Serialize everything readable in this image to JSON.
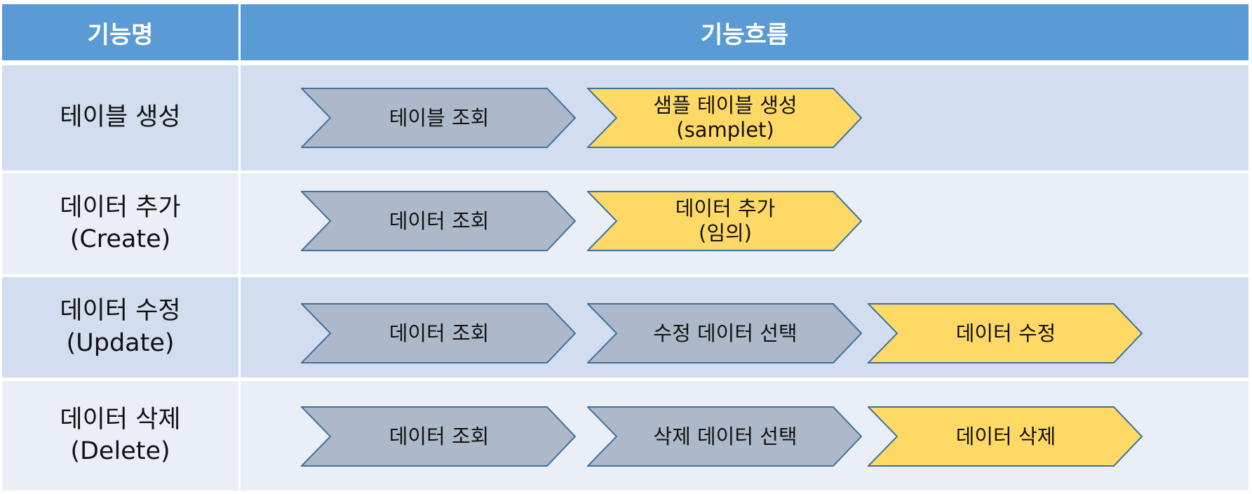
{
  "header": {
    "col1": "기능명",
    "col2": "기능흐름"
  },
  "colors": {
    "header": "#5b9bd5",
    "row_dark": "#d2ddef",
    "row_light": "#e9eef7",
    "step_gray": "#adb9ca",
    "step_yellow": "#ffd966",
    "step_border": "#41719c"
  },
  "rows": [
    {
      "name": "테이블 생성",
      "sub": "",
      "steps": [
        {
          "label": "테이블 조회",
          "sub": "",
          "color": "gray"
        },
        {
          "label": "샘플 테이블 생성",
          "sub": "(samplet)",
          "color": "yellow"
        }
      ]
    },
    {
      "name": "데이터 추가",
      "sub": "(Create)",
      "steps": [
        {
          "label": "데이터 조회",
          "sub": "",
          "color": "gray"
        },
        {
          "label": "데이터 추가",
          "sub": "(임의)",
          "color": "yellow"
        }
      ]
    },
    {
      "name": "데이터 수정",
      "sub": "(Update)",
      "steps": [
        {
          "label": "데이터 조회",
          "sub": "",
          "color": "gray"
        },
        {
          "label": "수정 데이터 선택",
          "sub": "",
          "color": "gray"
        },
        {
          "label": "데이터 수정",
          "sub": "",
          "color": "yellow"
        }
      ]
    },
    {
      "name": "데이터 삭제",
      "sub": "(Delete)",
      "steps": [
        {
          "label": "데이터 조회",
          "sub": "",
          "color": "gray"
        },
        {
          "label": "삭제 데이터 선택",
          "sub": "",
          "color": "gray"
        },
        {
          "label": "데이터 삭제",
          "sub": "",
          "color": "yellow"
        }
      ]
    }
  ]
}
